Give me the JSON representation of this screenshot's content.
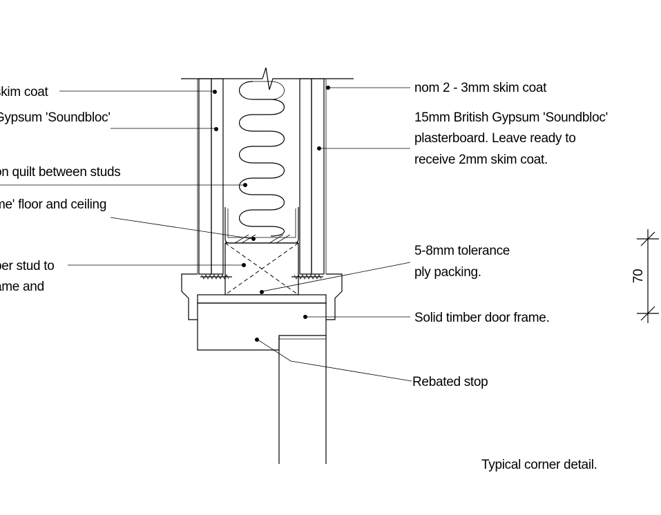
{
  "labels_left": [
    "skim coat",
    "Gypsum 'Soundbloc'",
    "on quilt between studs",
    "me' floor and ceiling",
    "ber stud to",
    "ame and"
  ],
  "labels_right": {
    "skim": "nom 2 - 3mm skim coat",
    "plaster1": "15mm British Gypsum 'Soundbloc'",
    "plaster2": "plasterboard. Leave ready to",
    "plaster3": "receive 2mm skim coat.",
    "tol1": "5-8mm tolerance",
    "tol2": "ply packing.",
    "frame": "Solid timber door frame.",
    "stop": "Rebated stop"
  },
  "caption": "Typical corner detail.",
  "dimension": "70"
}
